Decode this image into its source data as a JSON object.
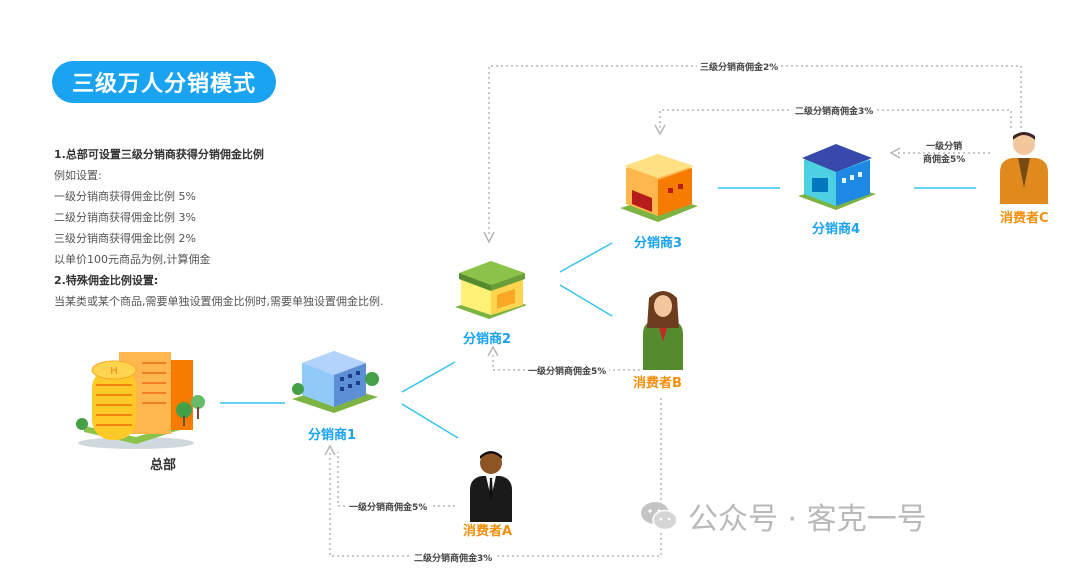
{
  "title": "三级万人分销模式",
  "rules": {
    "heading1": "1.总部可设置三级分销商获得分销佣金比例",
    "lines": [
      "例如设置:",
      "一级分销商获得佣金比例 5%",
      "二级分销商获得佣金比例 3%",
      "三级分销商获得佣金比例 2%",
      "以单价100元商品为例,计算佣金"
    ],
    "heading2": "2.特殊佣金比例设置:",
    "note": "当某类或某个商品,需要单独设置佣金比例时,需要单独设置佣金比例."
  },
  "nodes": {
    "hq": "总部",
    "d1": "分销商1",
    "d2": "分销商2",
    "d3": "分销商3",
    "d4": "分销商4",
    "ca": "消费者A",
    "cb": "消费者B",
    "cc": "消费者C"
  },
  "commissions": {
    "top_2pct": "三级分销商佣金2%",
    "c_3pct": "二级分销商佣金3%",
    "c_5pct_line1": "一级分销",
    "c_5pct_line2": "商佣金5%",
    "b_5pct": "一级分销商佣金5%",
    "a_5pct": "一级分销商佣金5%",
    "bottom_3pct": "二级分销商佣金3%"
  },
  "watermark": {
    "text": "公众号 · 客克一号",
    "icon": "wechat-icon"
  },
  "colors": {
    "accent": "#1aa3f0",
    "consumer_label": "#f0900c",
    "dotted": "#b5b5b5"
  }
}
